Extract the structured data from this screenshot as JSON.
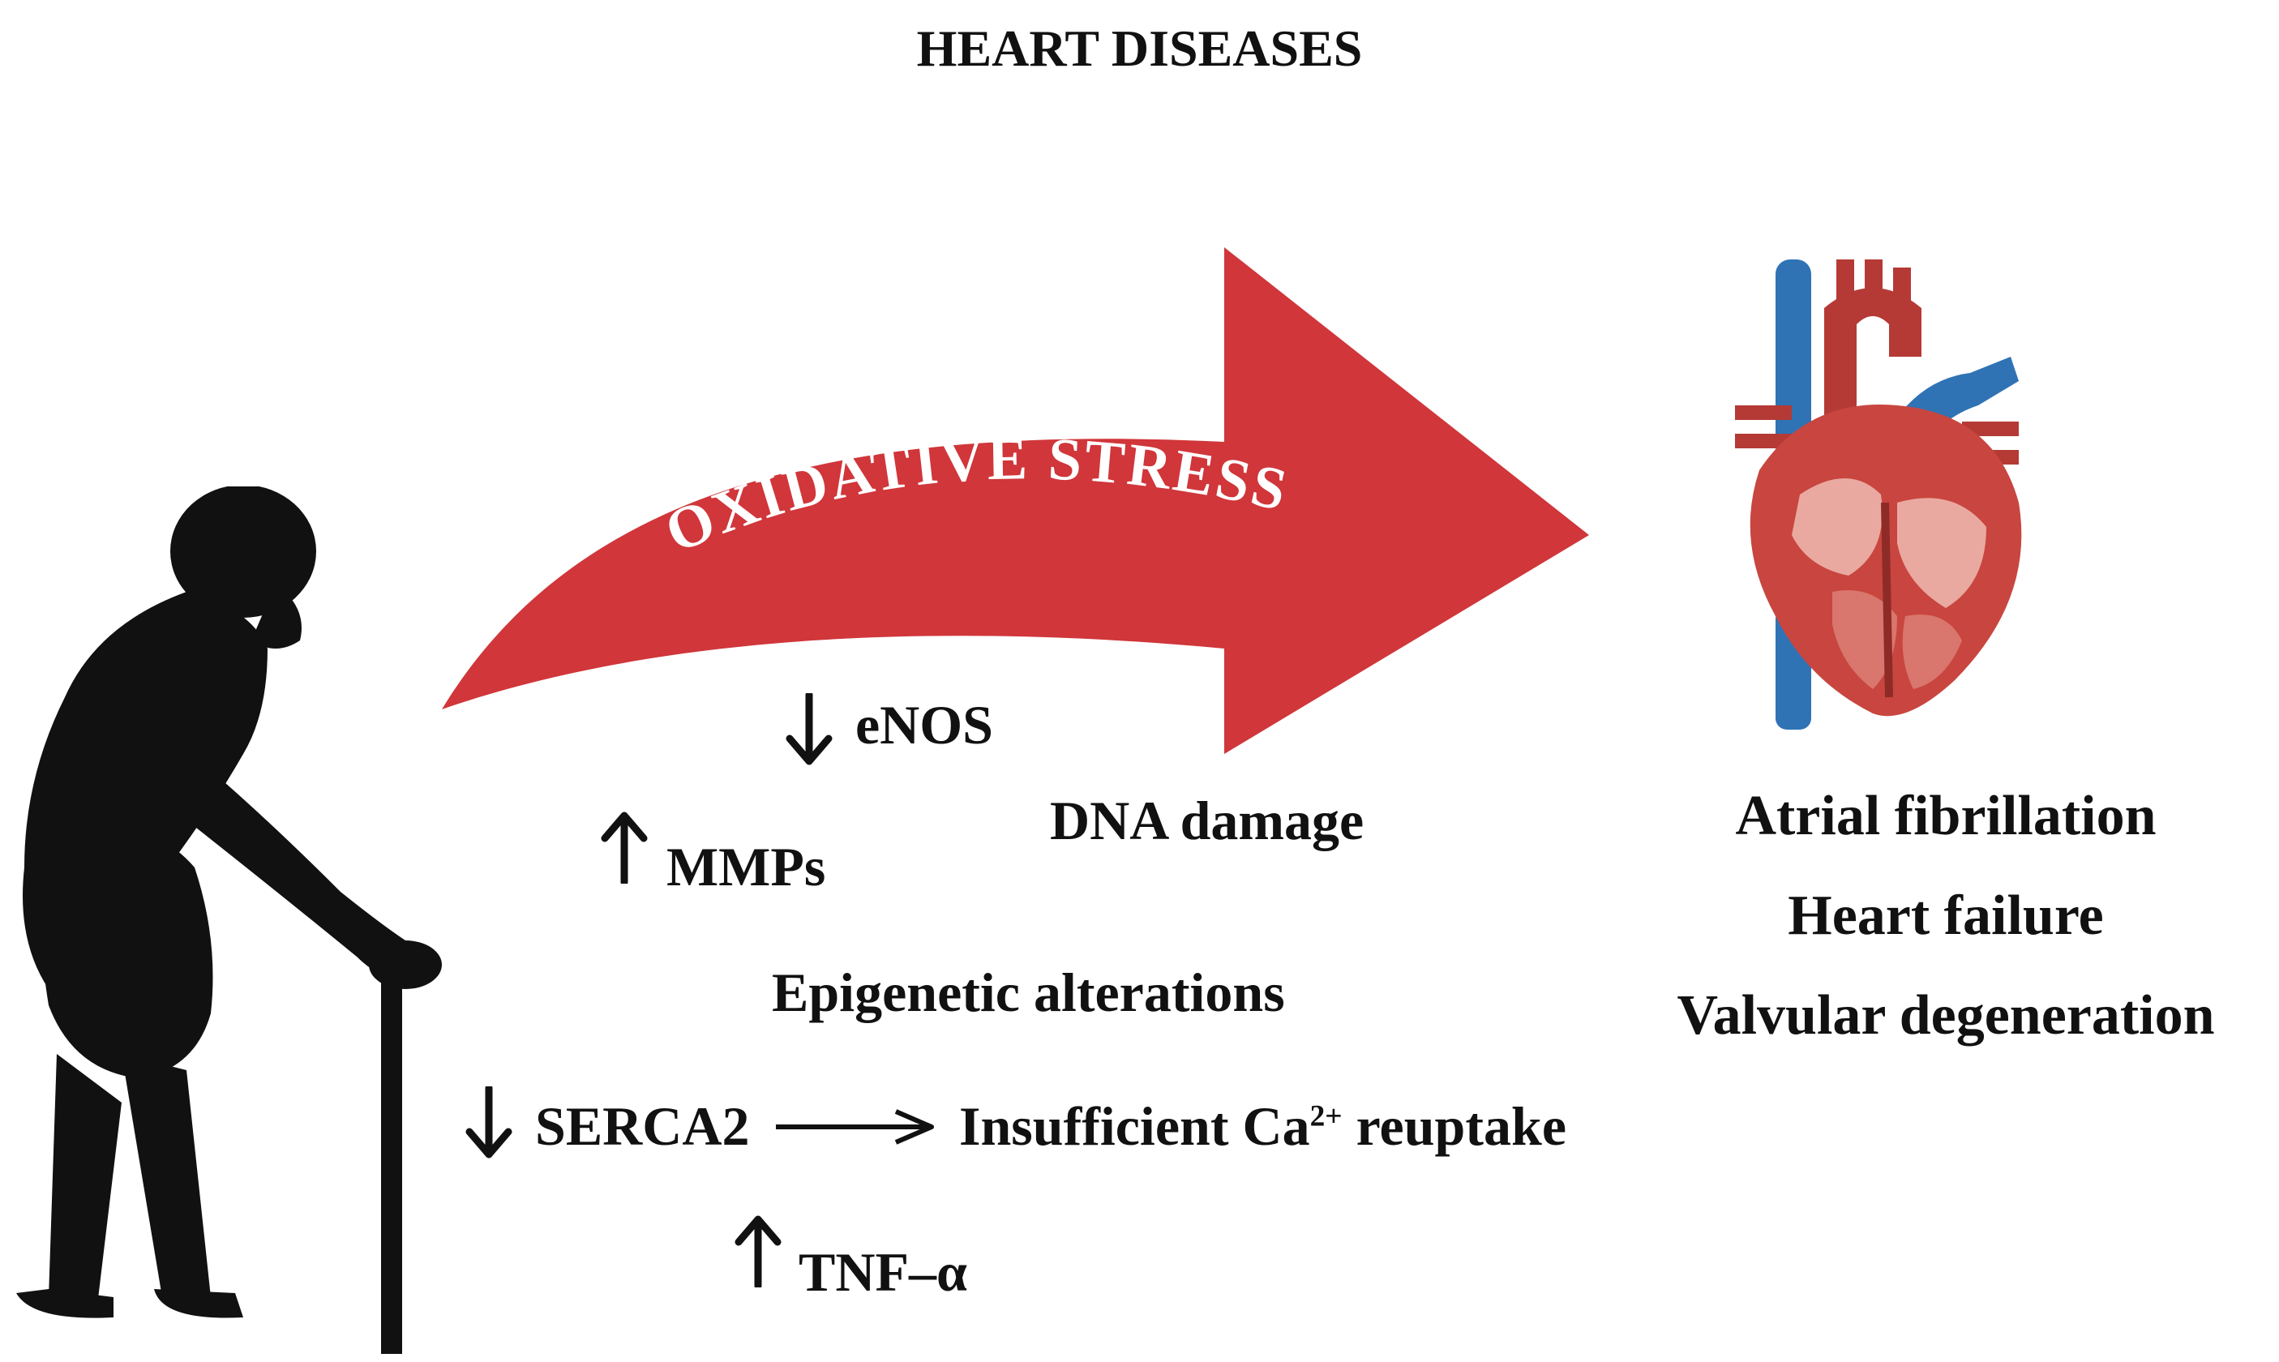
{
  "title": "HEART DISEASES",
  "arrow": {
    "label": "OXIDATIVE STRESS",
    "color": "#d0363a",
    "label_color": "#ffffff"
  },
  "markers": [
    {
      "id": "enos",
      "direction": "down",
      "text": "eNOS"
    },
    {
      "id": "mmps",
      "direction": "up",
      "text": "MMPs"
    },
    {
      "id": "serca2",
      "direction": "down",
      "text": "SERCA2"
    },
    {
      "id": "tnf",
      "direction": "up",
      "text": "TNF–α"
    }
  ],
  "effects": {
    "dna_damage": "DNA damage",
    "epigenetic": "Epigenetic alterations",
    "ca_prefix": "Insufficient Ca",
    "ca_sup": "2+",
    "ca_suffix": " reuptake"
  },
  "diseases": [
    "Atrial fibrillation",
    "Heart failure",
    "Valvular degeneration"
  ],
  "icons": {
    "elderly": "elderly-person-with-cane-silhouette",
    "heart": "anatomical-heart-illustration"
  },
  "colors": {
    "silhouette": "#111111",
    "heart_red": "#c8463f",
    "heart_blue": "#2f73b5",
    "text": "#111111"
  }
}
